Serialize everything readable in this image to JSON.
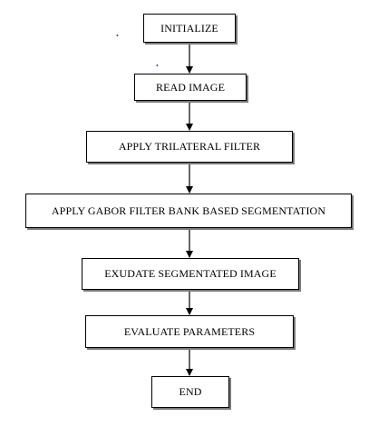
{
  "flowchart": {
    "steps": [
      {
        "id": "initialize",
        "label": "INITIALIZE"
      },
      {
        "id": "read-image",
        "label": "READ IMAGE"
      },
      {
        "id": "apply-trilateral-filter",
        "label": "APPLY TRILATERAL FILTER"
      },
      {
        "id": "apply-gabor-segmentation",
        "label": "APPLY GABOR FILTER BANK BASED SEGMENTATION"
      },
      {
        "id": "exudate-segmentated-image",
        "label": "EXUDATE SEGMENTATED IMAGE"
      },
      {
        "id": "evaluate-parameters",
        "label": "EVALUATE PARAMETERS"
      },
      {
        "id": "end",
        "label": "END"
      }
    ],
    "connectors": [
      {
        "from": "initialize",
        "to": "read-image"
      },
      {
        "from": "read-image",
        "to": "apply-trilateral-filter"
      },
      {
        "from": "apply-trilateral-filter",
        "to": "apply-gabor-segmentation"
      },
      {
        "from": "apply-gabor-segmentation",
        "to": "exudate-segmentated-image"
      },
      {
        "from": "exudate-segmentated-image",
        "to": "evaluate-parameters"
      },
      {
        "from": "evaluate-parameters",
        "to": "end"
      }
    ],
    "colors": {
      "box_border": "#000000",
      "box_shadow": "#7a7a7a",
      "arrow": "#000000",
      "stray_dots": "#2b3fbf"
    }
  }
}
